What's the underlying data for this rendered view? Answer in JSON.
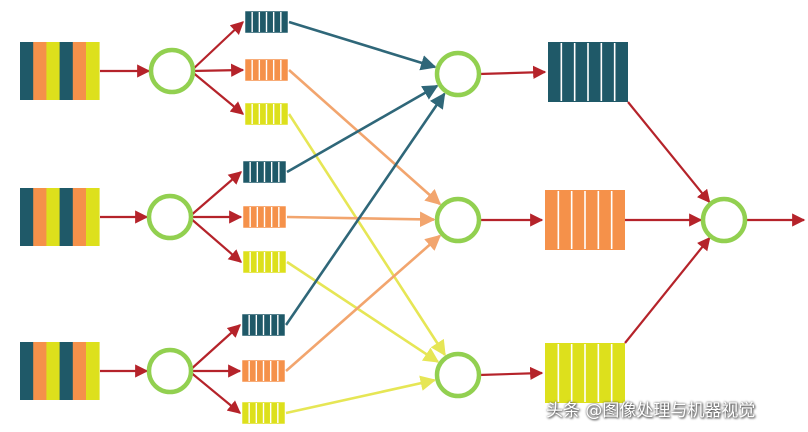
{
  "colors": {
    "teal": "#1f5968",
    "orange": "#f5914a",
    "yellow": "#dde01c",
    "arrow": "#b5232a",
    "node_ring": "#92d050",
    "node_fill": "#ffffff",
    "teal_line": "#2f6779",
    "orange_line": "#f2a56e",
    "yellow_line": "#e6e655"
  },
  "input_stripe_colors": [
    "teal",
    "orange",
    "yellow",
    "teal",
    "orange",
    "yellow"
  ],
  "watermark": "头条 @图像处理与机器视觉"
}
